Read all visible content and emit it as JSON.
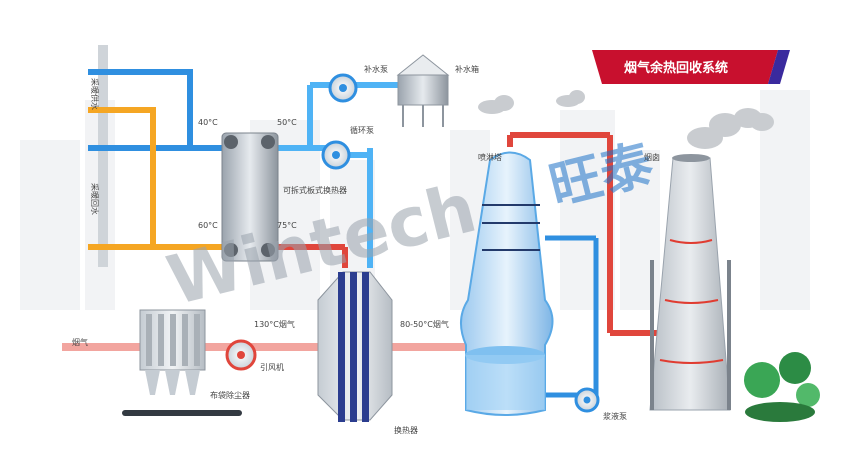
{
  "title": "烟气余热回收系统",
  "watermark": {
    "latin": "Wintech",
    "cjk": "旺泰"
  },
  "labels": {
    "hot_water_supply": "采暖供水",
    "hot_water_return": "采暖回水",
    "flue_gas_in": "烟气",
    "makeup_pump": "补水泵",
    "makeup_tank": "补水箱",
    "circ_pump": "循环泵",
    "plate_hx": "可拆式板式换热器",
    "spray_tower": "喷淋塔",
    "chimney": "烟囱",
    "induced_fan": "引风机",
    "bag_filter": "布袋除尘器",
    "gas_hx": "换热器",
    "slurry_pump": "浆液泵",
    "gas_130": "130°C烟气",
    "gas_80_50": "80-50°C烟气",
    "t40": "40°C",
    "t50": "50°C",
    "t60": "60°C",
    "t75": "75°C"
  },
  "colors": {
    "title_bg": "#c8102e",
    "blue_pipe": "#2f8fe0",
    "light_blue_pipe": "#4fb3f5",
    "orange_pipe": "#f5a623",
    "red_pipe": "#e0463c",
    "tower_blue": "#5aa9e6",
    "chimney": "#cfd4d9",
    "chimney_band": "#e03c31",
    "watermark_blue": "#1e73c8"
  }
}
